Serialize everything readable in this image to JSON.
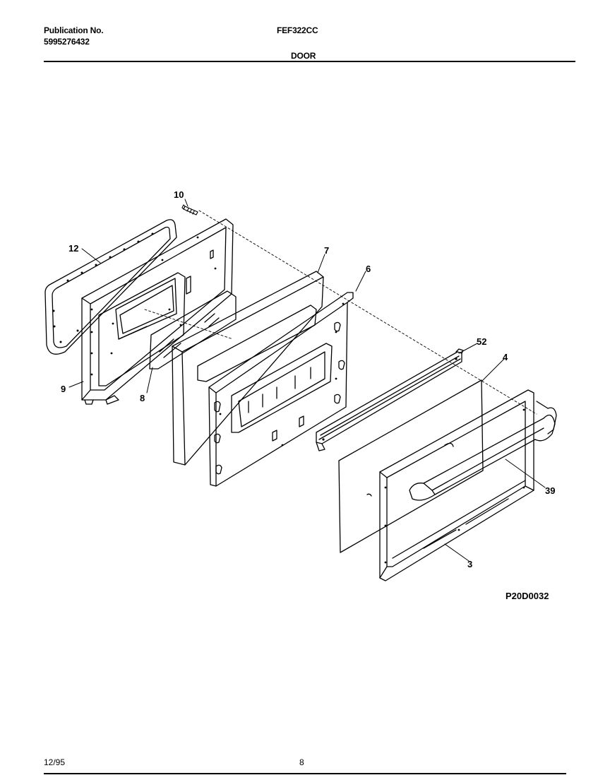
{
  "header": {
    "publication_label": "Publication No.",
    "publication_number": "5995276432",
    "model": "FEF322CC",
    "section": "DOOR"
  },
  "callouts": [
    "10",
    "12",
    "7",
    "6",
    "52",
    "4",
    "9",
    "8",
    "39",
    "3"
  ],
  "diagram_code": "P20D0032",
  "footer": {
    "date": "12/95",
    "page": "8"
  }
}
